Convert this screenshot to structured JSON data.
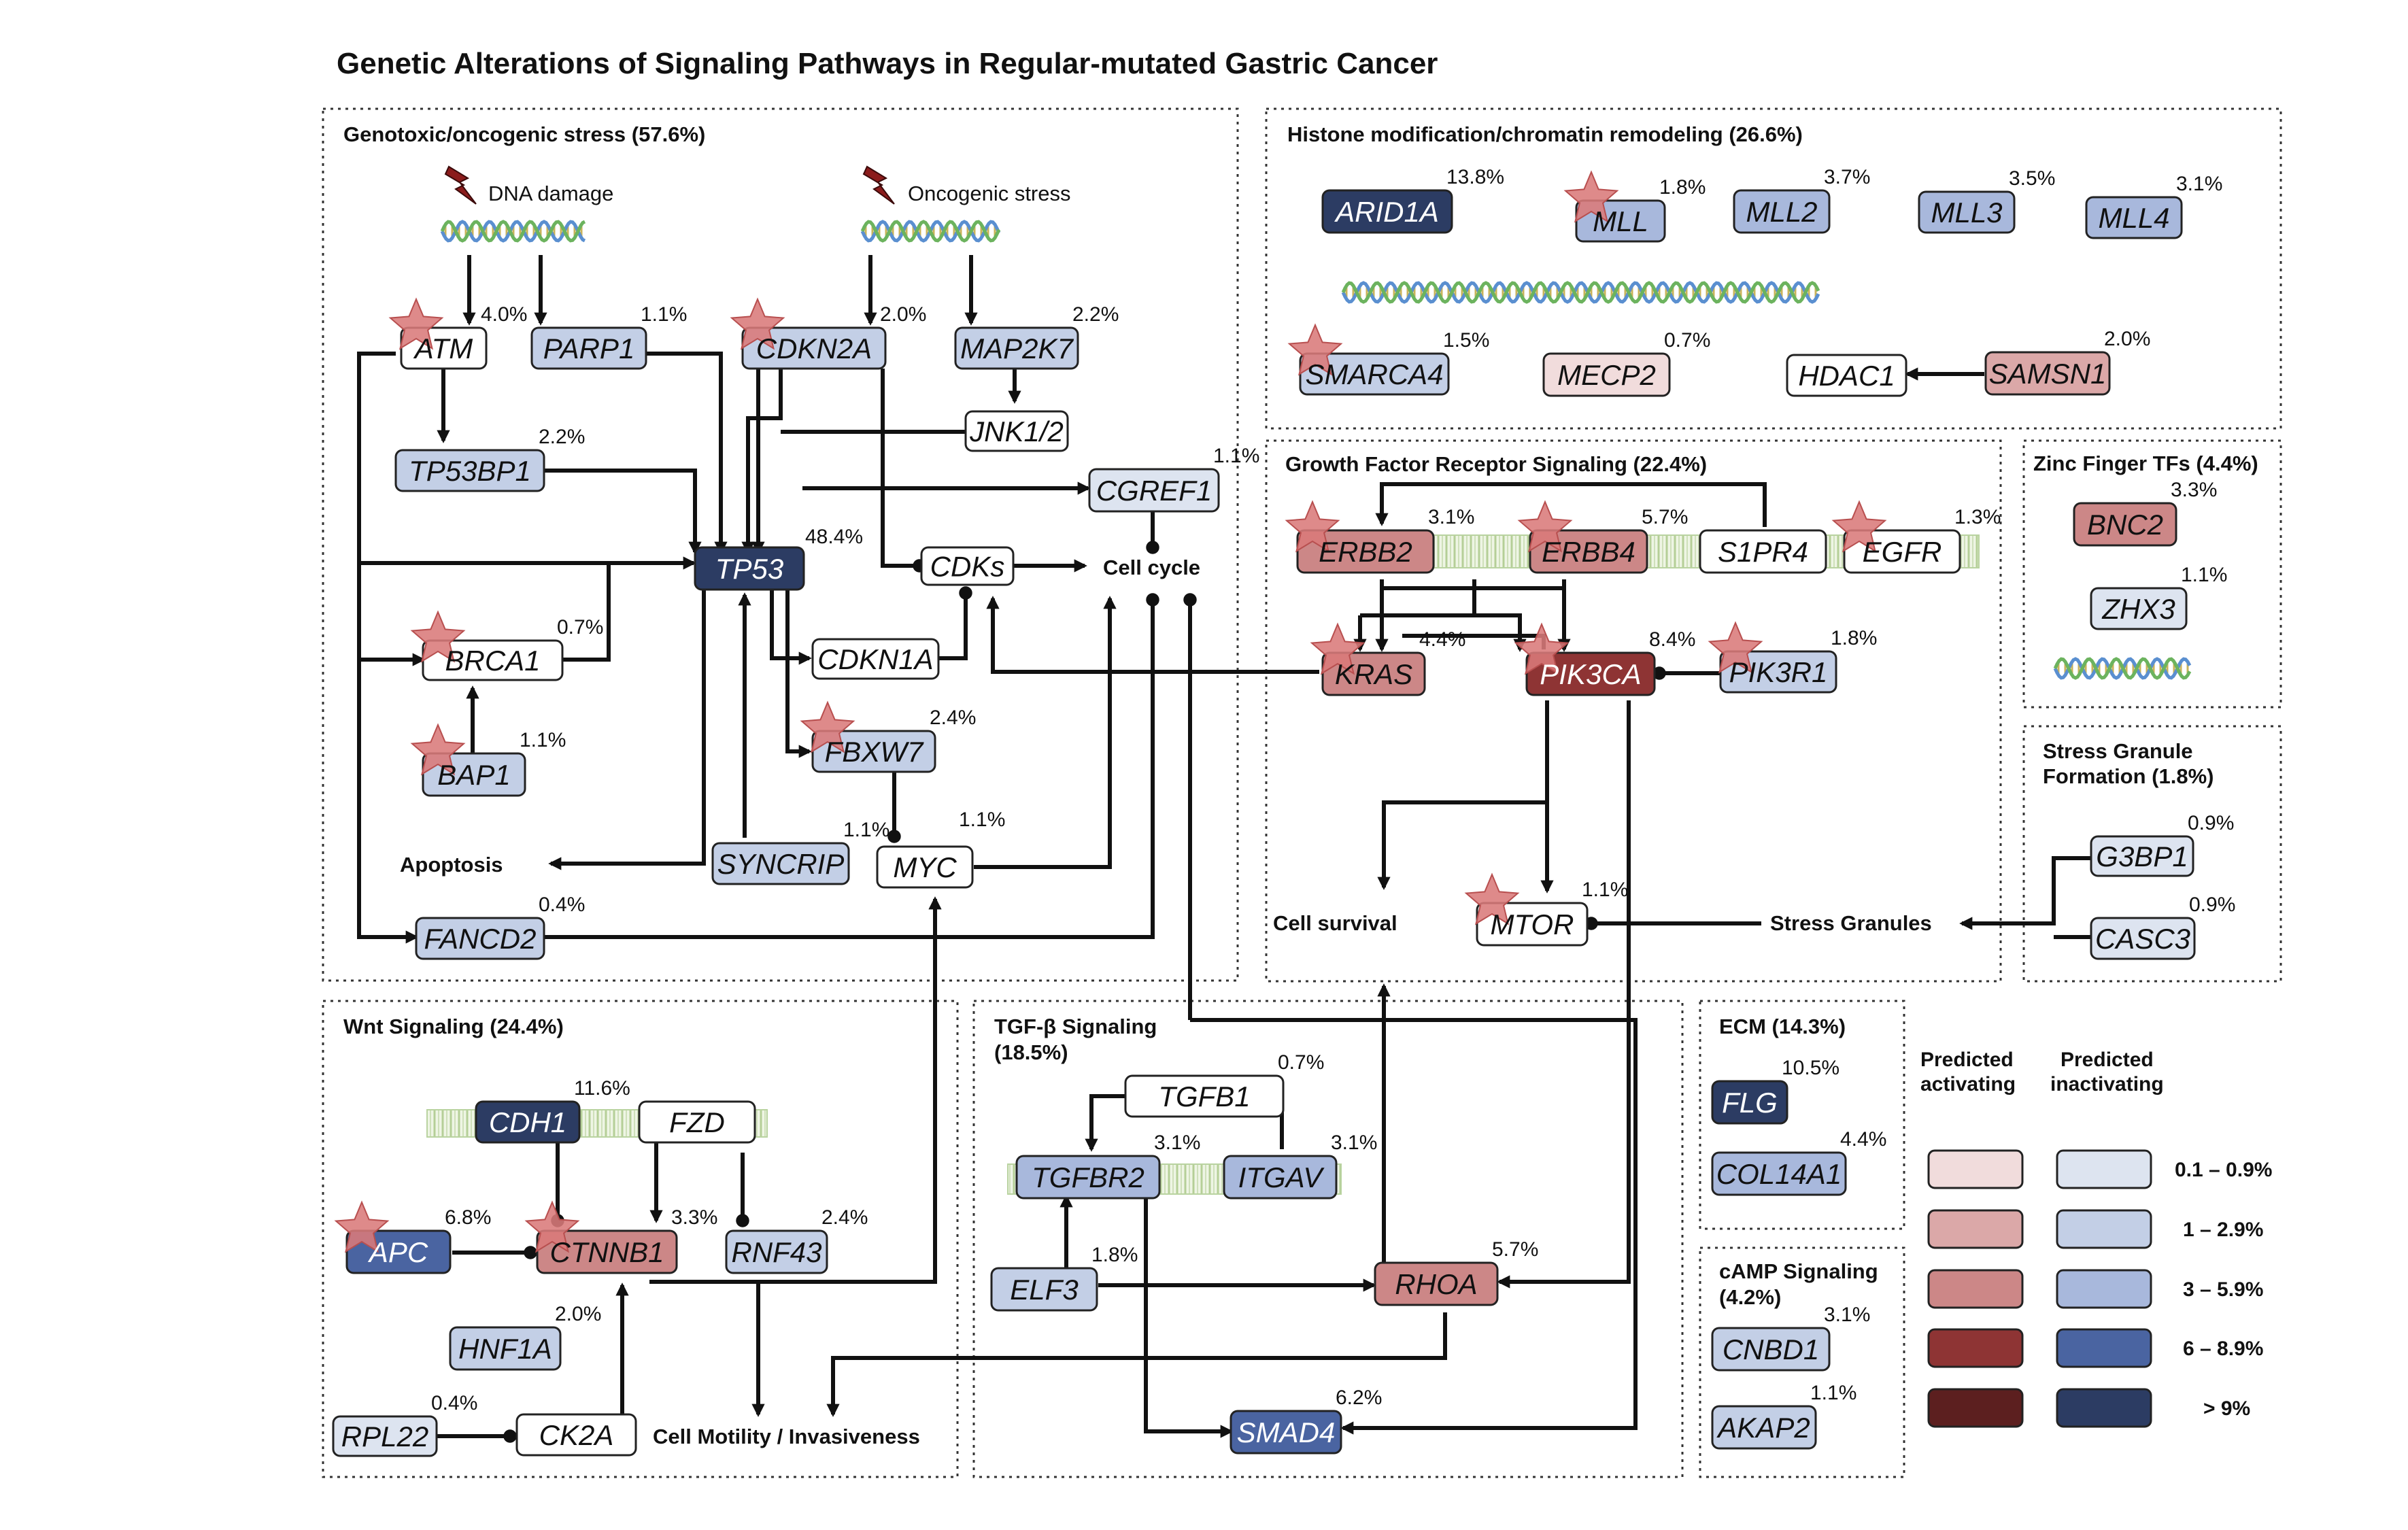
{
  "title": "Genetic Alterations of Signaling Pathways in Regular-mutated Gastric Cancer",
  "panels": {
    "genotoxic": "Genotoxic/oncogenic  stress  (57.6%)",
    "histone": "Histone modification/chromatin  remodeling  (26.6%)",
    "growth": "Growth Factor Receptor Signaling (22.4%)",
    "zinc": "Zinc Finger TFs (4.4%)",
    "stress_title1": "Stress  Granule",
    "stress_title2": "Formation (1.8%)",
    "wnt": "Wnt Signaling (24.4%)",
    "tgf1": "TGF-β Signaling",
    "tgf2": "(18.5%)",
    "ecm": "ECM (14.3%)",
    "camp1": "cAMP Signaling",
    "camp2": "(4.2%)"
  },
  "labels": {
    "dna_damage": "DNA damage",
    "oncogenic_stress": "Oncogenic  stress",
    "cell_cycle": "Cell cycle",
    "apoptosis": "Apoptosis",
    "cell_survival": "Cell survival",
    "stress_granules": "Stress  Granules",
    "cell_motility": "Cell Motility / Invasiveness"
  },
  "colors": {
    "act_1": "#f1dcdc",
    "act_2": "#dba8a8",
    "act_3": "#cc8787",
    "act_4": "#8e3434",
    "act_5": "#5c1f1f",
    "inact_1": "#dde4f0",
    "inact_2": "#c3cfe6",
    "inact_3": "#a8b8dc",
    "inact_4": "#4a64a1",
    "inact_5": "#2c3c63",
    "none": "#ffffff"
  },
  "legend": {
    "activating_1": "Predicted",
    "activating_2": "activating",
    "inactivating_1": "Predicted",
    "inactivating_2": "inactivating",
    "ranges": [
      "0.1 – 0.9%",
      "1 – 2.9%",
      "3 – 5.9%",
      "6 – 8.9%",
      "> 9%"
    ]
  },
  "genes": [
    {
      "id": "ATM",
      "name": "ATM",
      "pct": "4.0%",
      "color": "none",
      "star": true
    },
    {
      "id": "PARP1",
      "name": "PARP1",
      "pct": "1.1%",
      "color": "inact_2",
      "star": false
    },
    {
      "id": "CDKN2A",
      "name": "CDKN2A",
      "pct": "2.0%",
      "color": "inact_2",
      "star": true
    },
    {
      "id": "MAP2K7",
      "name": "MAP2K7",
      "pct": "2.2%",
      "color": "inact_2",
      "star": false
    },
    {
      "id": "JNK12",
      "name": "JNK1/2",
      "pct": "",
      "color": "none",
      "star": false
    },
    {
      "id": "TP53BP1",
      "name": "TP53BP1",
      "pct": "2.2%",
      "color": "inact_2",
      "star": false
    },
    {
      "id": "CGREF1",
      "name": "CGREF1",
      "pct": "1.1%",
      "color": "inact_1",
      "star": false
    },
    {
      "id": "TP53",
      "name": "TP53",
      "pct": "48.4%",
      "color": "inact_5",
      "star": false
    },
    {
      "id": "CDKs",
      "name": "CDKs",
      "pct": "",
      "color": "none",
      "star": false
    },
    {
      "id": "BRCA1",
      "name": "BRCA1",
      "pct": "0.7%",
      "color": "none",
      "star": true
    },
    {
      "id": "CDKN1A",
      "name": "CDKN1A",
      "pct": "",
      "color": "none",
      "star": false
    },
    {
      "id": "BAP1",
      "name": "BAP1",
      "pct": "1.1%",
      "color": "inact_2",
      "star": true
    },
    {
      "id": "FBXW7",
      "name": "FBXW7",
      "pct": "2.4%",
      "color": "inact_2",
      "star": true
    },
    {
      "id": "SYNCRIP",
      "name": "SYNCRIP",
      "pct": "1.1%",
      "color": "inact_2",
      "star": false
    },
    {
      "id": "MYC",
      "name": "MYC",
      "pct": "1.1%",
      "color": "none",
      "star": false
    },
    {
      "id": "FANCD2",
      "name": "FANCD2",
      "pct": "0.4%",
      "color": "inact_2",
      "star": false
    },
    {
      "id": "ARID1A",
      "name": "ARID1A",
      "pct": "13.8%",
      "color": "inact_5",
      "star": false
    },
    {
      "id": "MLL",
      "name": "MLL",
      "pct": "1.8%",
      "color": "inact_3",
      "star": true
    },
    {
      "id": "MLL2",
      "name": "MLL2",
      "pct": "3.7%",
      "color": "inact_3",
      "star": false
    },
    {
      "id": "MLL3",
      "name": "MLL3",
      "pct": "3.5%",
      "color": "inact_3",
      "star": false
    },
    {
      "id": "MLL4",
      "name": "MLL4",
      "pct": "3.1%",
      "color": "inact_3",
      "star": false
    },
    {
      "id": "SMARCA4",
      "name": "SMARCA4",
      "pct": "1.5%",
      "color": "inact_2",
      "star": true
    },
    {
      "id": "MECP2",
      "name": "MECP2",
      "pct": "0.7%",
      "color": "act_1",
      "star": false
    },
    {
      "id": "HDAC1",
      "name": "HDAC1",
      "pct": "",
      "color": "none",
      "star": false
    },
    {
      "id": "SAMSN1",
      "name": "SAMSN1",
      "pct": "2.0%",
      "color": "act_2",
      "star": false
    },
    {
      "id": "ERBB2",
      "name": "ERBB2",
      "pct": "3.1%",
      "color": "act_3",
      "star": true
    },
    {
      "id": "ERBB4",
      "name": "ERBB4",
      "pct": "5.7%",
      "color": "act_3",
      "star": true
    },
    {
      "id": "S1PR4",
      "name": "S1PR4",
      "pct": "",
      "color": "none",
      "star": false
    },
    {
      "id": "EGFR",
      "name": "EGFR",
      "pct": "1.3%",
      "color": "none",
      "star": true
    },
    {
      "id": "KRAS",
      "name": "KRAS",
      "pct": "4.4%",
      "color": "act_3",
      "star": true
    },
    {
      "id": "PIK3CA",
      "name": "PIK3CA",
      "pct": "8.4%",
      "color": "act_4",
      "star": true
    },
    {
      "id": "PIK3R1",
      "name": "PIK3R1",
      "pct": "1.8%",
      "color": "inact_2",
      "star": true
    },
    {
      "id": "MTOR",
      "name": "MTOR",
      "pct": "1.1%",
      "color": "none",
      "star": true
    },
    {
      "id": "BNC2",
      "name": "BNC2",
      "pct": "3.3%",
      "color": "act_3",
      "star": false
    },
    {
      "id": "ZHX3",
      "name": "ZHX3",
      "pct": "1.1%",
      "color": "inact_1",
      "star": false
    },
    {
      "id": "G3BP1",
      "name": "G3BP1",
      "pct": "0.9%",
      "color": "inact_1",
      "star": false
    },
    {
      "id": "CASC3",
      "name": "CASC3",
      "pct": "0.9%",
      "color": "inact_1",
      "star": false
    },
    {
      "id": "CDH1",
      "name": "CDH1",
      "pct": "11.6%",
      "color": "inact_5",
      "star": false
    },
    {
      "id": "FZD",
      "name": "FZD",
      "pct": "",
      "color": "none",
      "star": false
    },
    {
      "id": "APC",
      "name": "APC",
      "pct": "6.8%",
      "color": "inact_4",
      "star": true
    },
    {
      "id": "CTNNB1",
      "name": "CTNNB1",
      "pct": "3.3%",
      "color": "act_3",
      "star": true
    },
    {
      "id": "RNF43",
      "name": "RNF43",
      "pct": "2.4%",
      "color": "inact_2",
      "star": false
    },
    {
      "id": "HNF1A",
      "name": "HNF1A",
      "pct": "2.0%",
      "color": "inact_2",
      "star": false
    },
    {
      "id": "RPL22",
      "name": "RPL22",
      "pct": "0.4%",
      "color": "inact_1",
      "star": false
    },
    {
      "id": "CK2A",
      "name": "CK2A",
      "pct": "",
      "color": "none",
      "star": false
    },
    {
      "id": "TGFB1",
      "name": "TGFB1",
      "pct": "0.7%",
      "color": "none",
      "star": false
    },
    {
      "id": "TGFBR2",
      "name": "TGFBR2",
      "pct": "3.1%",
      "color": "inact_3",
      "star": false
    },
    {
      "id": "ITGAV",
      "name": "ITGAV",
      "pct": "3.1%",
      "color": "inact_3",
      "star": false
    },
    {
      "id": "ELF3",
      "name": "ELF3",
      "pct": "1.8%",
      "color": "inact_2",
      "star": false
    },
    {
      "id": "RHOA",
      "name": "RHOA",
      "pct": "5.7%",
      "color": "act_3",
      "star": false
    },
    {
      "id": "SMAD4",
      "name": "SMAD4",
      "pct": "6.2%",
      "color": "inact_4",
      "star": false
    },
    {
      "id": "FLG",
      "name": "FLG",
      "pct": "10.5%",
      "color": "inact_5",
      "star": false
    },
    {
      "id": "COL14A1",
      "name": "COL14A1",
      "pct": "4.4%",
      "color": "inact_3",
      "star": false
    },
    {
      "id": "CNBD1",
      "name": "CNBD1",
      "pct": "3.1%",
      "color": "inact_2",
      "star": false
    },
    {
      "id": "AKAP2",
      "name": "AKAP2",
      "pct": "1.1%",
      "color": "inact_2",
      "star": false
    }
  ]
}
